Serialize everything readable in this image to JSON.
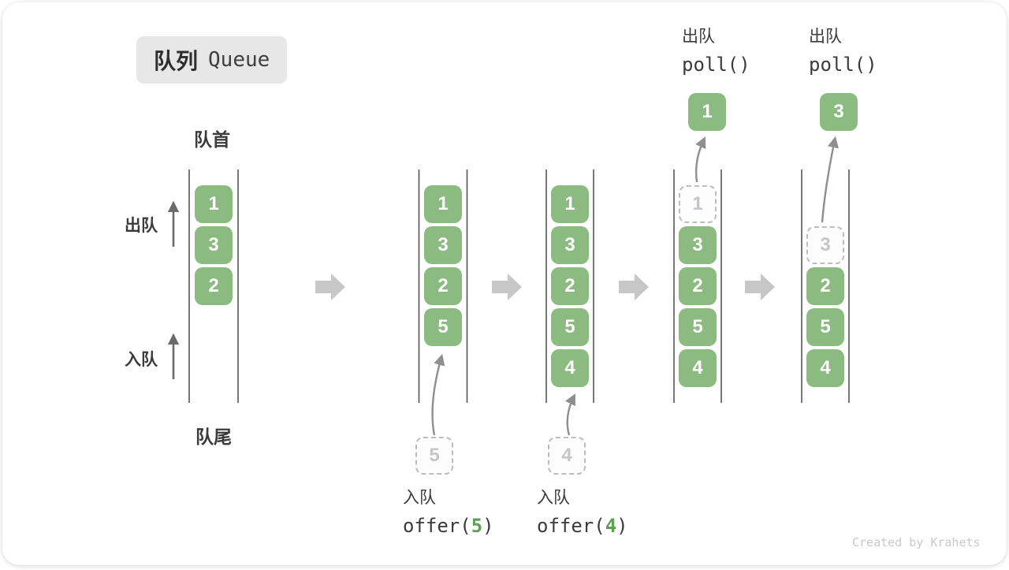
{
  "title": {
    "zh": "队列",
    "en": "Queue"
  },
  "labels": {
    "front": "队首",
    "rear": "队尾",
    "dequeue": "出队",
    "enqueue": "入队"
  },
  "operations": {
    "enqueue5": {
      "action": "入队",
      "code_before": "offer(",
      "arg": "5",
      "code_after": ")"
    },
    "enqueue4": {
      "action": "入队",
      "code_before": "offer(",
      "arg": "4",
      "code_after": ")"
    },
    "poll_first": {
      "action": "出队",
      "code": "poll()"
    },
    "poll_second": {
      "action": "出队",
      "code": "poll()"
    }
  },
  "states": [
    {
      "cells": [
        {
          "value": "1",
          "row": 0,
          "style": "solid"
        },
        {
          "value": "3",
          "row": 1,
          "style": "solid"
        },
        {
          "value": "2",
          "row": 2,
          "style": "solid"
        }
      ]
    },
    {
      "cells": [
        {
          "value": "1",
          "row": 0,
          "style": "solid"
        },
        {
          "value": "3",
          "row": 1,
          "style": "solid"
        },
        {
          "value": "2",
          "row": 2,
          "style": "solid"
        },
        {
          "value": "5",
          "row": 3,
          "style": "solid"
        }
      ],
      "pending": "5"
    },
    {
      "cells": [
        {
          "value": "1",
          "row": 0,
          "style": "solid"
        },
        {
          "value": "3",
          "row": 1,
          "style": "solid"
        },
        {
          "value": "2",
          "row": 2,
          "style": "solid"
        },
        {
          "value": "5",
          "row": 3,
          "style": "solid"
        },
        {
          "value": "4",
          "row": 4,
          "style": "solid"
        }
      ],
      "pending": "4"
    },
    {
      "cells": [
        {
          "value": "1",
          "row": 0,
          "style": "dashed"
        },
        {
          "value": "3",
          "row": 1,
          "style": "solid"
        },
        {
          "value": "2",
          "row": 2,
          "style": "solid"
        },
        {
          "value": "5",
          "row": 3,
          "style": "solid"
        },
        {
          "value": "4",
          "row": 4,
          "style": "solid"
        }
      ],
      "popped": "1"
    },
    {
      "cells": [
        {
          "value": "3",
          "row": 1,
          "style": "dashed"
        },
        {
          "value": "2",
          "row": 2,
          "style": "solid"
        },
        {
          "value": "5",
          "row": 3,
          "style": "solid"
        },
        {
          "value": "4",
          "row": 4,
          "style": "solid"
        }
      ],
      "popped": "3"
    }
  ],
  "watermark": "Created by Krahets",
  "colors": {
    "cell_green": "#8CBB81",
    "code_arg_green": "#5E9F54",
    "block_arrow_gray": "#C7C7C7",
    "dashed_border": "#BDBDBD",
    "dashed_text": "#C6C6C6",
    "queue_wall": "#555555",
    "text_dark": "#3B3B3B",
    "title_bg": "#E7E7E7",
    "watermark_gray": "#C8C8C8"
  }
}
